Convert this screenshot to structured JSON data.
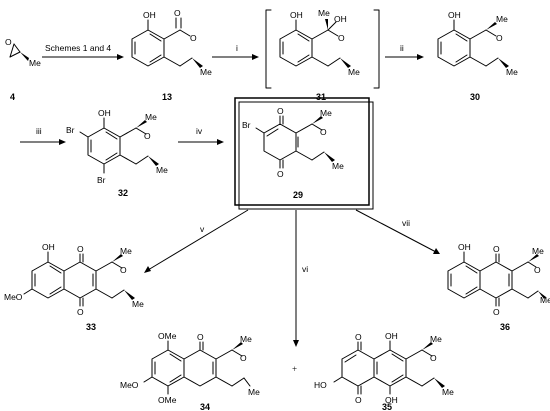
{
  "reagents": {
    "top": "Schemes 1 and 4",
    "i": "i",
    "ii": "ii",
    "iii": "iii",
    "iv": "iv",
    "v": "v",
    "vi": "vi",
    "vii": "vii"
  },
  "atoms": {
    "OH": "OH",
    "O": "O",
    "Me": "Me",
    "Br": "Br",
    "OMe": "OMe",
    "MeO": "MeO",
    "HO": "HO",
    "plus": "+"
  },
  "compounds": {
    "c4": "4",
    "c13": "13",
    "c31": "31",
    "c30": "30",
    "c32": "32",
    "c29": "29",
    "c33": "33",
    "c34": "34",
    "c35": "35",
    "c36": "36"
  }
}
